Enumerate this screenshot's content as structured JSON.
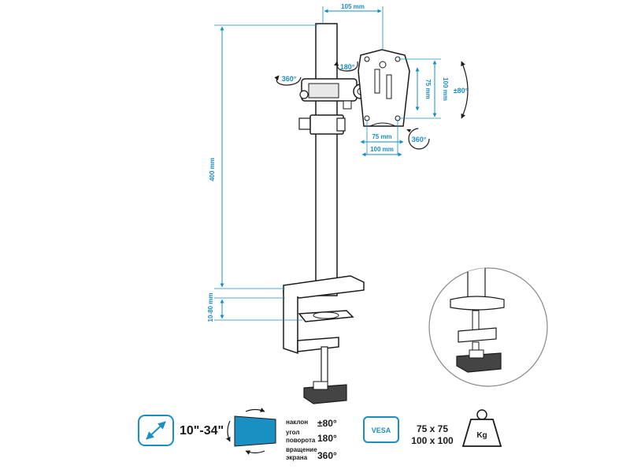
{
  "colors": {
    "accent": "#1a8fc4",
    "line": "#1a1a1a",
    "dark": "#3a3a3a"
  },
  "dimensions": {
    "width_top": "105 mm",
    "height_pole": "400 mm",
    "clamp_range": "10-80 mm",
    "vesa_inner_h": "75 mm",
    "vesa_outer_h": "100 mm",
    "vesa_inner_v": "75 mm",
    "vesa_outer_v": "100 mm"
  },
  "rotations": {
    "swivel_left": "360°",
    "rotate_top": "180°",
    "tilt_right": "±80°",
    "rotate_bottom": "360°"
  },
  "specs": {
    "screen_size": "10\"-34\"",
    "tilt_label": "наклон",
    "tilt_value": "±80°",
    "angle_label_1": "угол",
    "angle_label_2": "поворота",
    "angle_value": "180°",
    "rotation_label_1": "вращение",
    "rotation_label_2": "экрана",
    "rotation_value": "360°",
    "vesa_badge": "VESA",
    "vesa_line_1": "75 x 75",
    "vesa_line_2": "100 x 100",
    "weight_badge": "Kg"
  },
  "icons": [
    "diagonal-arrow-icon",
    "screen-tilt-icon",
    "vesa-icon",
    "weight-icon"
  ]
}
